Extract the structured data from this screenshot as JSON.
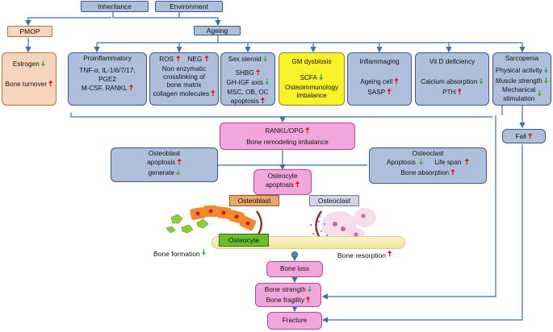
{
  "top": {
    "inheritance": "Inheritance",
    "environment": "Environment",
    "ageing": "Ageing",
    "pmop": "PMOP"
  },
  "estrogen_box": {
    "estrogen": "Estrogen",
    "bone_turnover": "Bone turnover"
  },
  "categories": {
    "proinflammatory": {
      "title": "Proinflammatory",
      "line1": "TNF-α, IL-1/6/7/17,",
      "line2": "PGE2",
      "line3": "M-CSF, RANKL"
    },
    "ros": {
      "ros": "ROS",
      "neg": "NEG",
      "line1": "Non enzymatic",
      "line2": "crosslinking of",
      "line3": "bone matrix",
      "line4": "collagen molecules"
    },
    "sex_steroid": {
      "title": "Sex steroid",
      "shbg": "SHBG",
      "ghigf": "GH-IGF axis",
      "line3": "MSC, OB, OC",
      "apoptosis": "apoptosis"
    },
    "gm": {
      "title": "GM dysbiosis",
      "scfa": "SCFA",
      "line2": "Osteoimmunology",
      "line3": "imbalance"
    },
    "inflammaging": {
      "title": "Inflammaging",
      "ageing_cell": "Ageing cell",
      "sasp": "SASP"
    },
    "vitd": {
      "title": "Vit D deficiency",
      "calcium": "Calcium absorption",
      "pth": "PTH"
    },
    "sarcopenia": {
      "title": "Sarcopenia",
      "physical": "Physical activity",
      "muscle": "Muscle strength",
      "mech1": "Mechanical",
      "mech2": "stimulation"
    }
  },
  "rankl": {
    "line1": "RANKL/OPG",
    "line2": "Bone remodeling imbalance"
  },
  "osteoblast_box": {
    "title": "Osteoblast",
    "apoptosis": "apoptosis",
    "generate": "generate"
  },
  "osteoclast_box": {
    "title": "Osteoclast",
    "apoptosis": "Apoptosis",
    "lifespan": "Life span",
    "absorption": "Bone absorption"
  },
  "osteocyte_box": {
    "title": "Osteocyte",
    "apoptosis": "apoptosis"
  },
  "fall": "Fall",
  "illustration": {
    "osteoblast": "Osteoblast",
    "osteoclast": "Osteoclast",
    "osteocyte": "Osteocyte",
    "bone_formation": "Bone formation",
    "bone_resorption": "Bone resorption"
  },
  "bone_loss": "Bone loss",
  "strength_box": {
    "strength": "Bone strength",
    "fragility": "Bone fragility"
  },
  "fracture": "Fracture",
  "symbols": {
    "up": "🠅",
    "down": "🠇"
  },
  "colors": {
    "blue_box": "#aebfdc",
    "peach_box": "#f6d5bd",
    "yellow_box": "#f7f22a",
    "pink_box": "#f1a7dc",
    "increase": "#e8141b",
    "decrease": "#3cae3c",
    "line": "#3a6fb5"
  }
}
